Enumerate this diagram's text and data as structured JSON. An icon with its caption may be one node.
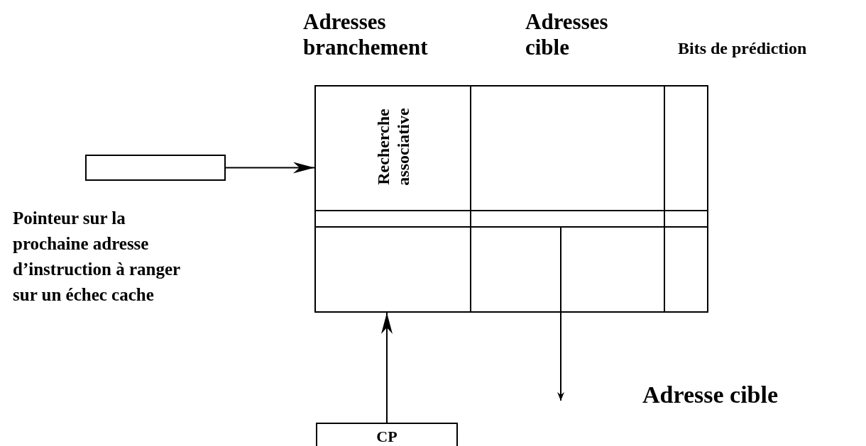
{
  "diagram": {
    "nodes": [
      {
        "text": [],
        "shape": "box",
        "beside": [
          "Pointeur sur la prochaine adresse d’instruction à ranger sur un échec cache"
        ]
      },
      {
        "text": [
          "Adresses branchement",
          "Recherche associative"
        ]
      },
      {
        "text": [
          "Adresses cible"
        ]
      },
      {
        "text": [
          "Bits de prédiction"
        ]
      },
      {
        "text": [],
        "shape": "bar"
      },
      {
        "text": [
          "CP"
        ]
      }
    ],
    "edges": [
      {
        "from": 0,
        "to": 1,
        "arrow": "to"
      },
      {
        "from": 5,
        "to": 1,
        "arrow": "to"
      },
      {
        "from": 4,
        "to": null,
        "arrow": "to"
      }
    ],
    "labels": [
      "Adresse cible"
    ]
  }
}
